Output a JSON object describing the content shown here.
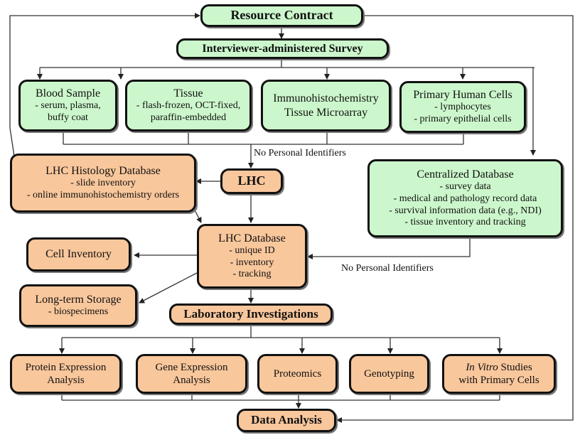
{
  "diagram": {
    "colors": {
      "source_fill": "#ccf7cc",
      "lab_fill": "#f9c79c",
      "stroke": "#111111"
    },
    "nodes": {
      "resource_contract": {
        "title": "Resource Contract"
      },
      "survey": {
        "title": "Interviewer-administered Survey"
      },
      "blood_sample": {
        "title": "Blood Sample",
        "lines": [
          "- serum, plasma,",
          "buffy coat"
        ]
      },
      "tissue": {
        "title": "Tissue",
        "lines": [
          "- flash-frozen, OCT-fixed,",
          "paraffin-embedded"
        ]
      },
      "ihc_tma": {
        "title": "Immunohistochemistry",
        "lines": [
          "Tissue Microarray"
        ]
      },
      "primary_cells": {
        "title": "Primary Human Cells",
        "lines": [
          "- lymphocytes",
          "- primary epithelial cells"
        ]
      },
      "lhc_histology_db": {
        "title": "LHC Histology Database",
        "lines": [
          "- slide inventory",
          "- online immunohistochemistry orders"
        ]
      },
      "lhc": {
        "title": "LHC"
      },
      "centralized_db": {
        "title": "Centralized Database",
        "lines": [
          "- survey data",
          "- medical and pathology record data",
          "- survival information data (e.g., NDI)",
          "- tissue inventory and tracking"
        ]
      },
      "cell_inventory": {
        "title": "Cell Inventory"
      },
      "lhc_database": {
        "title": "LHC Database",
        "lines": [
          "- unique ID",
          "- inventory",
          "- tracking"
        ]
      },
      "long_term_storage": {
        "title": "Long-term Storage",
        "lines": [
          "- biospecimens"
        ]
      },
      "lab_investigations": {
        "title": "Laboratory Investigations"
      },
      "protein_expression": {
        "lines": [
          "Protein Expression",
          "Analysis"
        ]
      },
      "gene_expression": {
        "lines": [
          "Gene Expression",
          "Analysis"
        ]
      },
      "proteomics": {
        "title": "Proteomics"
      },
      "genotyping": {
        "title": "Genotyping"
      },
      "in_vitro": {
        "italic": "In Vitro",
        "rest": " Studies",
        "line2": "with Primary Cells"
      },
      "data_analysis": {
        "title": "Data Analysis"
      }
    },
    "edge_labels": {
      "to_lhc": "No Personal Identifiers",
      "to_lhc_database": "No Personal Identifiers"
    },
    "edges": [
      [
        "resource_contract",
        "survey"
      ],
      [
        "survey",
        "blood_sample"
      ],
      [
        "survey",
        "tissue"
      ],
      [
        "survey",
        "ihc_tma"
      ],
      [
        "survey",
        "primary_cells"
      ],
      [
        "survey",
        "centralized_db"
      ],
      [
        "specimens",
        "lhc"
      ],
      [
        "lhc",
        "lhc_histology_db"
      ],
      [
        "lhc",
        "lhc_database"
      ],
      [
        "lhc_histology_db",
        "lhc_database"
      ],
      [
        "centralized_db",
        "lhc_database"
      ],
      [
        "lhc_database",
        "cell_inventory"
      ],
      [
        "lhc_database",
        "long_term_storage"
      ],
      [
        "lhc_database",
        "lab_investigations"
      ],
      [
        "lab_investigations",
        "protein_expression"
      ],
      [
        "lab_investigations",
        "gene_expression"
      ],
      [
        "lab_investigations",
        "proteomics"
      ],
      [
        "lab_investigations",
        "genotyping"
      ],
      [
        "lab_investigations",
        "in_vitro"
      ],
      [
        "analyses",
        "data_analysis"
      ],
      [
        "lhc_histology_db",
        "resource_contract"
      ],
      [
        "resource_contract",
        "data_analysis"
      ]
    ]
  }
}
